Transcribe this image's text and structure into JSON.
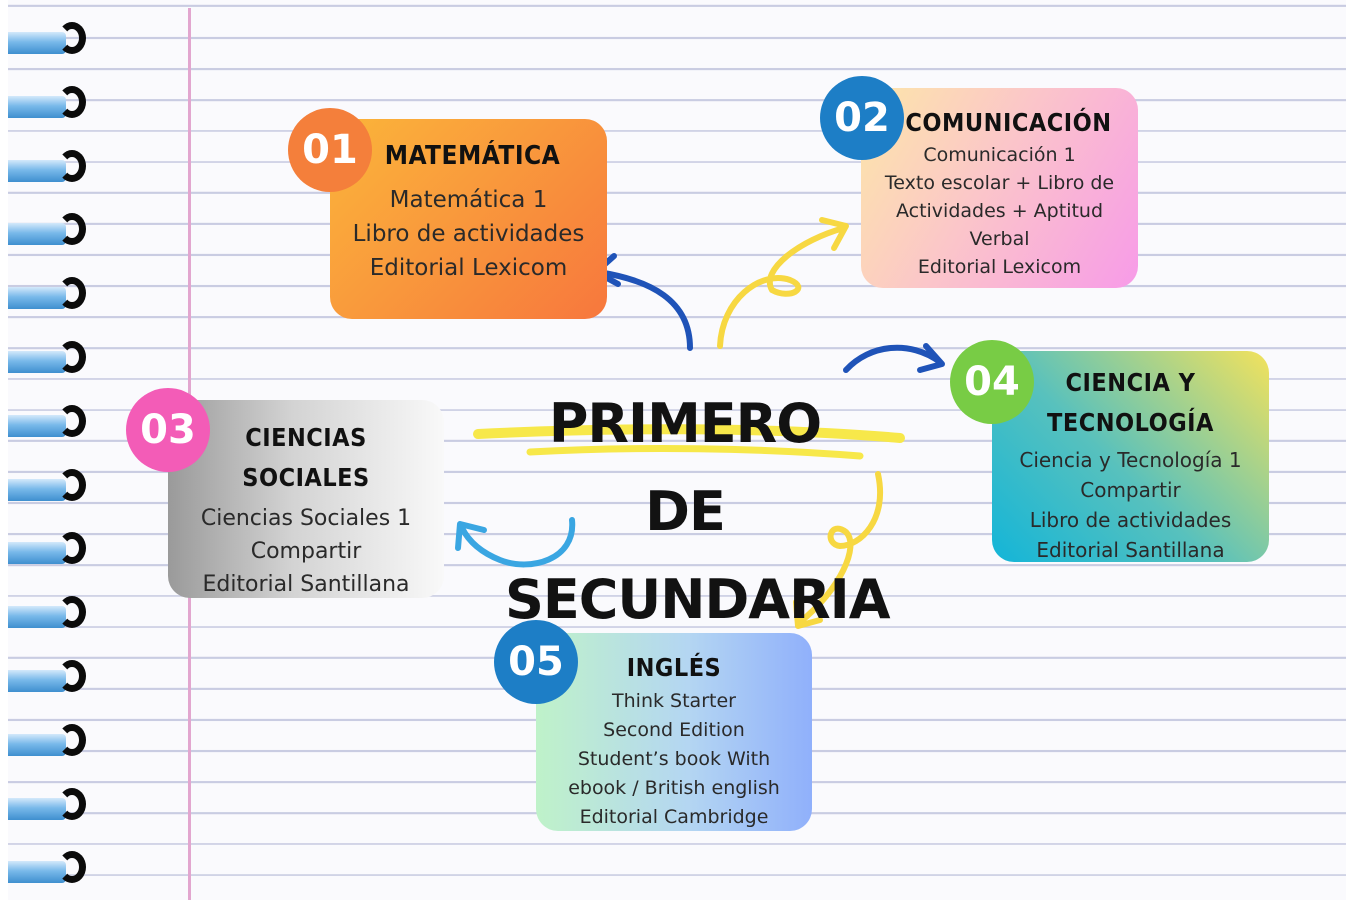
{
  "center": {
    "line1": "PRIMERO DE",
    "line2": "SECUNDARIA"
  },
  "cards": {
    "c01": {
      "number": "01",
      "title": "MATEMÁTICA",
      "lines": [
        "Matemática 1",
        "Libro de actividades",
        "Editorial Lexicom"
      ]
    },
    "c02": {
      "number": "02",
      "title": "COMUNICACIÓN",
      "lines": [
        "Comunicación 1",
        "Texto escolar + Libro de",
        "Actividades + Aptitud",
        "Verbal",
        "Editorial Lexicom"
      ]
    },
    "c03": {
      "number": "03",
      "title1": "CIENCIAS",
      "title2": "SOCIALES",
      "lines": [
        "Ciencias Sociales 1",
        "Compartir",
        "Editorial Santillana"
      ]
    },
    "c04": {
      "number": "04",
      "title1": "CIENCIA Y",
      "title2": "TECNOLOGÍA",
      "lines": [
        "Ciencia y Tecnología 1",
        "Compartir",
        "Libro de actividades",
        "Editorial Santillana"
      ]
    },
    "c05": {
      "number": "05",
      "title": "INGLÉS",
      "lines": [
        "Think Starter",
        "Second Edition",
        "Student’s book With",
        "ebook / British english",
        "Editorial Cambridge"
      ]
    }
  },
  "colors": {
    "badge01": "#f47f3b",
    "badge02": "#1d7ec6",
    "badge03": "#f35cb7",
    "badge04": "#78cc45",
    "badge05": "#1d7ec6",
    "arrow_blue": "#1f53b8",
    "arrow_yellow": "#f7d842",
    "arrow_lightblue": "#3aa6e2",
    "highlight": "#f7e84a"
  }
}
